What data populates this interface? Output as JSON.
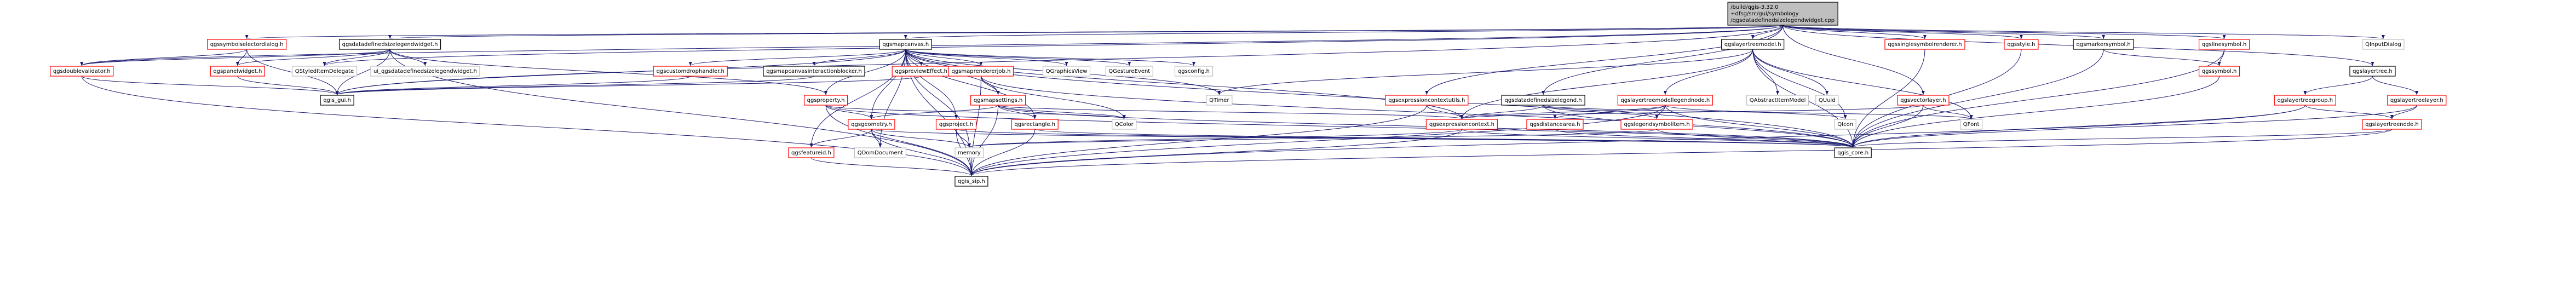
{
  "colors": {
    "background": "#ffffff",
    "root_fill": "#bfbfbf",
    "node_fill": "#ffffff",
    "border_missing": "#ff0000",
    "border_external": "#bfbfbf",
    "border_normal": "#000000",
    "text_missing": "#c00000",
    "text_normal": "#000000",
    "edge": "#191970"
  },
  "diagram": {
    "type": "include-dependency-graph",
    "nodes": [
      {
        "id": "root",
        "lines": [
          "/build/qgis-3.32.0",
          "+dfsg/src/gui/symbology",
          "/qgsdatadefinedsizelegendwidget.cpp"
        ],
        "kind": "root"
      },
      {
        "id": "symselector",
        "lines": [
          "qgssymbolselectordialog.h"
        ],
        "kind": "missing"
      },
      {
        "id": "ddlegwidget",
        "lines": [
          "qgsdatadefinedsizelegendwidget.h"
        ],
        "kind": "normal"
      },
      {
        "id": "mapcanvas",
        "lines": [
          "qgsmapcanvas.h"
        ],
        "kind": "normal"
      },
      {
        "id": "layertreemodel",
        "lines": [
          "qgslayertreemodel.h"
        ],
        "kind": "normal"
      },
      {
        "id": "singlesym",
        "lines": [
          "qgssinglesymbolrenderer.h"
        ],
        "kind": "missing"
      },
      {
        "id": "style",
        "lines": [
          "qgsstyle.h"
        ],
        "kind": "missing"
      },
      {
        "id": "markersym",
        "lines": [
          "qgsmarkersymbol.h"
        ],
        "kind": "normal"
      },
      {
        "id": "linesym",
        "lines": [
          "qgslinesymbol.h"
        ],
        "kind": "missing"
      },
      {
        "id": "qinputdialog",
        "lines": [
          "QInputDialog"
        ],
        "kind": "external"
      },
      {
        "id": "doublevalidator",
        "lines": [
          "qgsdoublevalidator.h"
        ],
        "kind": "missing"
      },
      {
        "id": "panelwidget",
        "lines": [
          "qgspanelwidget.h"
        ],
        "kind": "missing"
      },
      {
        "id": "qstyleddelegate",
        "lines": [
          "QStyledItemDelegate"
        ],
        "kind": "external"
      },
      {
        "id": "ui_ddlegend",
        "lines": [
          "ui_qgsdatadefinedsizelegendwidget.h"
        ],
        "kind": "external"
      },
      {
        "id": "customdrophandler",
        "lines": [
          "qgscustomdrophandler.h"
        ],
        "kind": "missing"
      },
      {
        "id": "interactionblocker",
        "lines": [
          "qgsmapcanvasinteractionblocker.h"
        ],
        "kind": "normal"
      },
      {
        "id": "previeweffect",
        "lines": [
          "qgspreviewEffect.h"
        ],
        "kind": "missing"
      },
      {
        "id": "maprendererjob",
        "lines": [
          "qgsmaprendererjob.h"
        ],
        "kind": "missing"
      },
      {
        "id": "qgraphicsview",
        "lines": [
          "QGraphicsView"
        ],
        "kind": "external"
      },
      {
        "id": "qgestureevent",
        "lines": [
          "QGestureEvent"
        ],
        "kind": "external"
      },
      {
        "id": "qgsconfig",
        "lines": [
          "qgsconfig.h"
        ],
        "kind": "external"
      },
      {
        "id": "qtimer",
        "lines": [
          "QTimer"
        ],
        "kind": "external"
      },
      {
        "id": "exprcontextutils",
        "lines": [
          "qgsexpressioncontextutils.h"
        ],
        "kind": "missing"
      },
      {
        "id": "ddsizelegend",
        "lines": [
          "qgsdatadefinedsizelegend.h"
        ],
        "kind": "normal"
      },
      {
        "id": "layertreemodellegendnode",
        "lines": [
          "qgslayertreemodellegendnode.h"
        ],
        "kind": "missing"
      },
      {
        "id": "qabstractitemmodel",
        "lines": [
          "QAbstractItemModel"
        ],
        "kind": "external"
      },
      {
        "id": "quuid",
        "lines": [
          "QUuid"
        ],
        "kind": "external"
      },
      {
        "id": "vectorlayer",
        "lines": [
          "qgsvectorlayer.h"
        ],
        "kind": "missing"
      },
      {
        "id": "symbol",
        "lines": [
          "qgssymbol.h"
        ],
        "kind": "missing"
      },
      {
        "id": "layertree",
        "lines": [
          "qgslayertree.h"
        ],
        "kind": "normal"
      },
      {
        "id": "layertreegroup",
        "lines": [
          "qgslayertreegroup.h"
        ],
        "kind": "missing"
      },
      {
        "id": "layertreelayer",
        "lines": [
          "qgslayertreelayer.h"
        ],
        "kind": "missing"
      },
      {
        "id": "layertreenode",
        "lines": [
          "qgslayertreenode.h"
        ],
        "kind": "missing"
      },
      {
        "id": "gui",
        "lines": [
          "qgis_gui.h"
        ],
        "kind": "normal"
      },
      {
        "id": "property",
        "lines": [
          "qgsproperty.h"
        ],
        "kind": "missing"
      },
      {
        "id": "mapsettings",
        "lines": [
          "qgsmapsettings.h"
        ],
        "kind": "missing"
      },
      {
        "id": "geometry",
        "lines": [
          "qgsgeometry.h"
        ],
        "kind": "missing"
      },
      {
        "id": "project",
        "lines": [
          "qgsproject.h"
        ],
        "kind": "missing"
      },
      {
        "id": "rectangle",
        "lines": [
          "qgsrectangle.h"
        ],
        "kind": "missing"
      },
      {
        "id": "qcolor",
        "lines": [
          "QColor"
        ],
        "kind": "external"
      },
      {
        "id": "exprcontext",
        "lines": [
          "qgsexpressioncontext.h"
        ],
        "kind": "missing"
      },
      {
        "id": "distancearea",
        "lines": [
          "qgsdistancearea.h"
        ],
        "kind": "missing"
      },
      {
        "id": "legendsymbolitem",
        "lines": [
          "qgslegendsymbolitem.h"
        ],
        "kind": "missing"
      },
      {
        "id": "qicon",
        "lines": [
          "QIcon"
        ],
        "kind": "external"
      },
      {
        "id": "qfont",
        "lines": [
          "QFont"
        ],
        "kind": "external"
      },
      {
        "id": "featureid",
        "lines": [
          "qgsfeatureid.h"
        ],
        "kind": "missing"
      },
      {
        "id": "qdomdocument",
        "lines": [
          "QDomDocument"
        ],
        "kind": "external"
      },
      {
        "id": "memory",
        "lines": [
          "memory"
        ],
        "kind": "external"
      },
      {
        "id": "core",
        "lines": [
          "qgis_core.h"
        ],
        "kind": "normal"
      },
      {
        "id": "sip",
        "lines": [
          "qgis_sip.h"
        ],
        "kind": "normal"
      }
    ],
    "edges": [
      [
        "root",
        "symselector"
      ],
      [
        "root",
        "ddlegwidget"
      ],
      [
        "root",
        "mapcanvas"
      ],
      [
        "root",
        "layertreemodel"
      ],
      [
        "root",
        "singlesym"
      ],
      [
        "root",
        "style"
      ],
      [
        "root",
        "markersym"
      ],
      [
        "root",
        "linesym"
      ],
      [
        "root",
        "qinputdialog"
      ],
      [
        "root",
        "doublevalidator"
      ],
      [
        "root",
        "qstyleddelegate"
      ],
      [
        "root",
        "ddsizelegend"
      ],
      [
        "root",
        "layertree"
      ],
      [
        "root",
        "vectorlayer"
      ],
      [
        "root",
        "exprcontextutils"
      ],
      [
        "root",
        "gui"
      ],
      [
        "symselector",
        "doublevalidator"
      ],
      [
        "symselector",
        "panelwidget"
      ],
      [
        "symselector",
        "gui"
      ],
      [
        "ddlegwidget",
        "panelwidget"
      ],
      [
        "ddlegwidget",
        "qstyleddelegate"
      ],
      [
        "ddlegwidget",
        "ui_ddlegend"
      ],
      [
        "ddlegwidget",
        "gui"
      ],
      [
        "ddlegwidget",
        "doublevalidator"
      ],
      [
        "ddlegwidget",
        "property"
      ],
      [
        "ddlegwidget",
        "sip"
      ],
      [
        "mapcanvas",
        "customdrophandler"
      ],
      [
        "mapcanvas",
        "interactionblocker"
      ],
      [
        "mapcanvas",
        "previeweffect"
      ],
      [
        "mapcanvas",
        "maprendererjob"
      ],
      [
        "mapcanvas",
        "qgraphicsview"
      ],
      [
        "mapcanvas",
        "qgestureevent"
      ],
      [
        "mapcanvas",
        "qgsconfig"
      ],
      [
        "mapcanvas",
        "qtimer"
      ],
      [
        "mapcanvas",
        "gui"
      ],
      [
        "mapcanvas",
        "property"
      ],
      [
        "mapcanvas",
        "mapsettings"
      ],
      [
        "mapcanvas",
        "geometry"
      ],
      [
        "mapcanvas",
        "project"
      ],
      [
        "mapcanvas",
        "rectangle"
      ],
      [
        "mapcanvas",
        "exprcontext"
      ],
      [
        "mapcanvas",
        "qdomdocument"
      ],
      [
        "mapcanvas",
        "featureid"
      ],
      [
        "mapcanvas",
        "core"
      ],
      [
        "mapcanvas",
        "sip"
      ],
      [
        "mapcanvas",
        "memory"
      ],
      [
        "doublevalidator",
        "gui"
      ],
      [
        "doublevalidator",
        "sip"
      ],
      [
        "panelwidget",
        "gui"
      ],
      [
        "customdrophandler",
        "gui"
      ],
      [
        "interactionblocker",
        "gui"
      ],
      [
        "previeweffect",
        "gui"
      ],
      [
        "maprendererjob",
        "mapsettings"
      ],
      [
        "maprendererjob",
        "core"
      ],
      [
        "maprendererjob",
        "qcolor"
      ],
      [
        "maprendererjob",
        "sip"
      ],
      [
        "mapsettings",
        "geometry"
      ],
      [
        "mapsettings",
        "rectangle"
      ],
      [
        "mapsettings",
        "qcolor"
      ],
      [
        "mapsettings",
        "exprcontext"
      ],
      [
        "mapsettings",
        "core"
      ],
      [
        "mapsettings",
        "sip"
      ],
      [
        "property",
        "geometry"
      ],
      [
        "property",
        "qcolor"
      ],
      [
        "property",
        "sip"
      ],
      [
        "property",
        "core"
      ],
      [
        "geometry",
        "featureid"
      ],
      [
        "geometry",
        "qdomdocument"
      ],
      [
        "geometry",
        "memory"
      ],
      [
        "geometry",
        "core"
      ],
      [
        "geometry",
        "sip"
      ],
      [
        "project",
        "memory"
      ],
      [
        "project",
        "core"
      ],
      [
        "project",
        "sip"
      ],
      [
        "rectangle",
        "core"
      ],
      [
        "rectangle",
        "sip"
      ],
      [
        "featureid",
        "sip"
      ],
      [
        "exprcontextutils",
        "exprcontext"
      ],
      [
        "exprcontextutils",
        "sip"
      ],
      [
        "exprcontext",
        "core"
      ],
      [
        "exprcontext",
        "sip"
      ],
      [
        "exprcontext",
        "memory"
      ],
      [
        "ddsizelegend",
        "exprcontext"
      ],
      [
        "ddsizelegend",
        "legendsymbolitem"
      ],
      [
        "ddsizelegend",
        "core"
      ],
      [
        "ddsizelegend",
        "qfont"
      ],
      [
        "layertreemodel",
        "qabstractitemmodel"
      ],
      [
        "layertreemodel",
        "quuid"
      ],
      [
        "layertreemodel",
        "qicon"
      ],
      [
        "layertreemodel",
        "qfont"
      ],
      [
        "layertreemodel",
        "layertreemodellegendnode"
      ],
      [
        "layertreemodel",
        "qtimer"
      ],
      [
        "layertreemodel",
        "core"
      ],
      [
        "layertreemodel",
        "exprcontext"
      ],
      [
        "layertreemodellegendnode",
        "legendsymbolitem"
      ],
      [
        "layertreemodellegendnode",
        "distancearea"
      ],
      [
        "layertreemodellegendnode",
        "exprcontext"
      ],
      [
        "layertreemodellegendnode",
        "qicon"
      ],
      [
        "layertreemodellegendnode",
        "core"
      ],
      [
        "layertreemodellegendnode",
        "sip"
      ],
      [
        "distancearea",
        "core"
      ],
      [
        "legendsymbolitem",
        "core"
      ],
      [
        "legendsymbolitem",
        "memory"
      ],
      [
        "vectorlayer",
        "exprcontext"
      ],
      [
        "vectorlayer",
        "qfont"
      ],
      [
        "vectorlayer",
        "core"
      ],
      [
        "singlesym",
        "core"
      ],
      [
        "style",
        "core"
      ],
      [
        "markersym",
        "symbol"
      ],
      [
        "markersym",
        "core"
      ],
      [
        "linesym",
        "symbol"
      ],
      [
        "linesym",
        "core"
      ],
      [
        "symbol",
        "core"
      ],
      [
        "layertree",
        "layertreegroup"
      ],
      [
        "layertree",
        "layertreelayer"
      ],
      [
        "layertreegroup",
        "layertreenode"
      ],
      [
        "layertreegroup",
        "core"
      ],
      [
        "layertreegroup",
        "sip"
      ],
      [
        "layertreelayer",
        "layertreenode"
      ],
      [
        "layertreelayer",
        "core"
      ],
      [
        "layertreenode",
        "core"
      ],
      [
        "layertreenode",
        "sip"
      ]
    ]
  }
}
